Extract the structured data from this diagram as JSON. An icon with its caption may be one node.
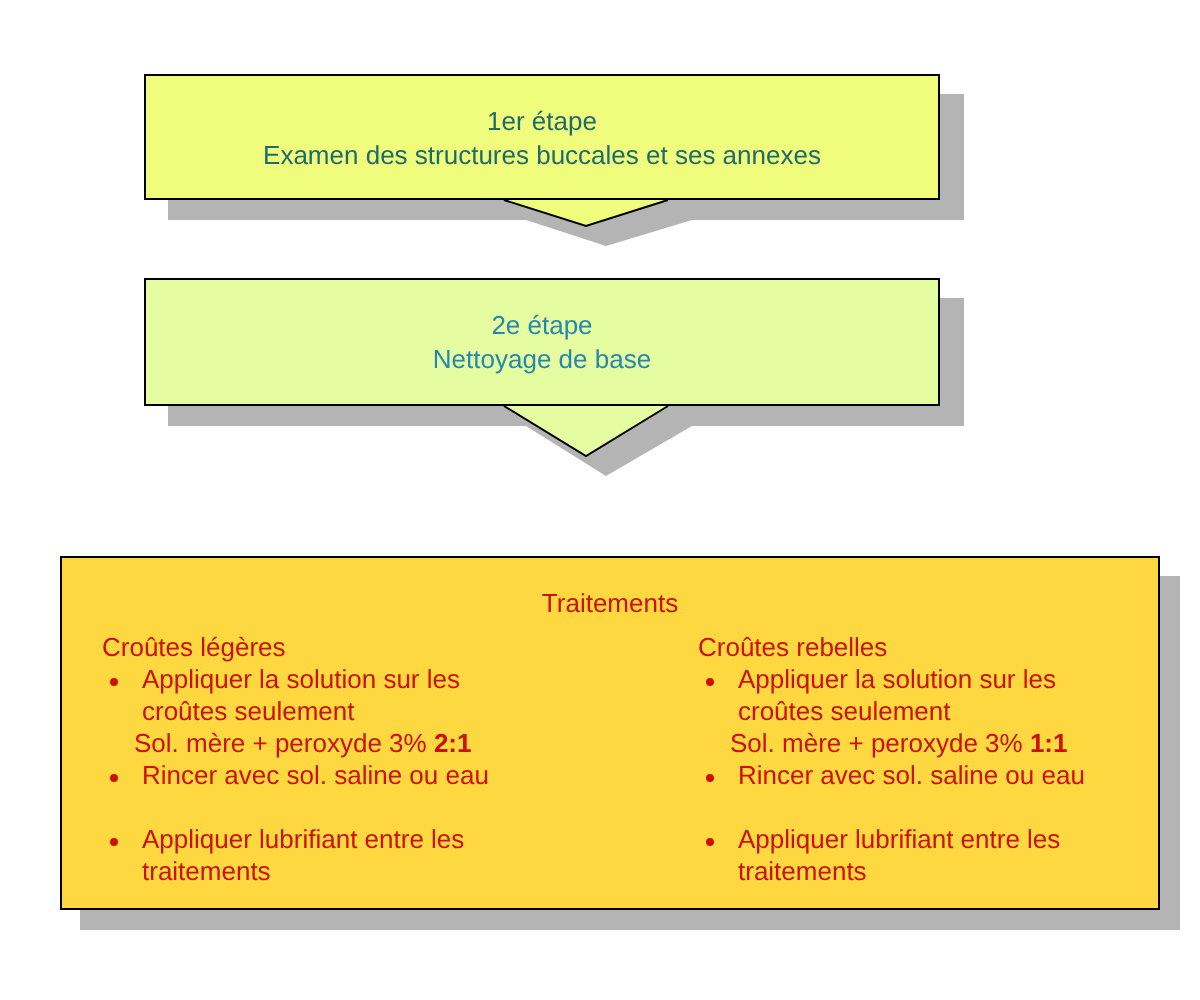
{
  "diagram": {
    "nodes": [
      {
        "text": [
          "1er étape",
          "Examen des structures buccales et ses annexes"
        ]
      },
      {
        "text": [
          "2e étape",
          "Nettoyage de base"
        ]
      },
      {
        "text": [
          "Traitements",
          "Croûtes légères",
          "Appliquer la solution sur les croûtes seulement",
          "Sol. mère + peroxyde 3% **2:1**",
          "Rincer avec sol. saline ou eau",
          "Appliquer lubrifiant entre les traitements",
          "Croûtes rebelles",
          "Appliquer la solution sur les croûtes seulement",
          "Sol. mère + peroxyde 3% **1:1**",
          "Rincer avec sol. saline ou eau",
          "Appliquer lubrifiant entre les traitements"
        ]
      }
    ],
    "edges": [
      {
        "from": 0,
        "to": 1,
        "arrow": "to"
      },
      {
        "from": 1,
        "to": 2,
        "arrow": "to"
      }
    ]
  }
}
